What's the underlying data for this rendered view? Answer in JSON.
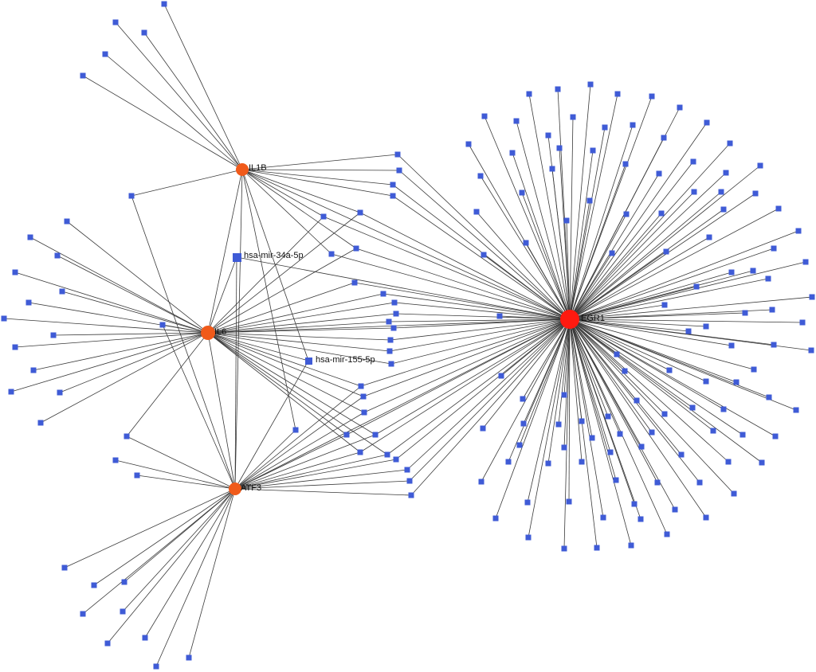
{
  "colors": {
    "hub": "#f05a1a",
    "hub_large": "#ff1a10",
    "target": "#3f5bd6",
    "edge": "#3a3a3a"
  },
  "hubs": [
    {
      "id": "IL1B",
      "label": "IL1B"
    },
    {
      "id": "IL6",
      "label": "IL6"
    },
    {
      "id": "ATF3",
      "label": "ATF3"
    },
    {
      "id": "EGR1",
      "label": "EGR1"
    }
  ],
  "mirnas": [
    {
      "id": "mir34a",
      "label": "hsa-mir-34a-5p"
    },
    {
      "id": "mir155",
      "label": "hsa-mir-155-5p"
    }
  ]
}
